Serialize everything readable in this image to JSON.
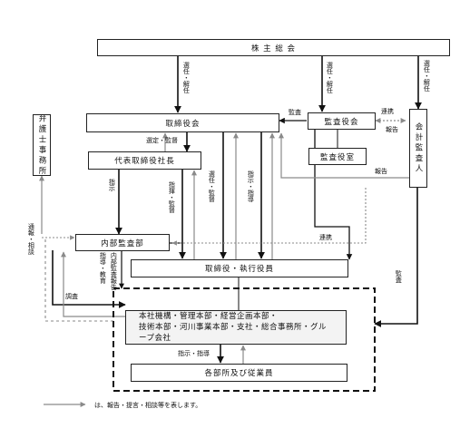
{
  "boxes": {
    "shareholders_meeting": "株 主 総 会",
    "board_of_directors": "取締役会",
    "audit_board": "監査役会",
    "audit_office": "監査役室",
    "accounting_auditor": "会計監査人",
    "lawyer_office": "弁護士事務所",
    "president": "代表取締役社長",
    "internal_audit": "内部監査部",
    "executives": "取締役・執行役員",
    "headquarters_line1": "本社機構・管理本部・経営企画本部・",
    "headquarters_line2": "技術本部・河川事業本部・支社・総合事務所・グル",
    "headquarters_line3": "ープ会社",
    "staff": "各部所及び従業員"
  },
  "labels": {
    "appoint_dismiss": "選任・解任",
    "supervision_ab": "監査",
    "cooperation_top": "連携",
    "report_ab": "報告",
    "select_supervise": "選定・監督",
    "report_president": "報告",
    "appoint_supervise": "選任・監督",
    "instruct_guide_1": "指示・指導",
    "instruct_guide_2": "指示・指導",
    "instruct_pres": "指示",
    "guide_supervise": "指揮・監督",
    "notice_consult": "通報・相談",
    "cooperation_mid": "連携",
    "internal_report": "内部監査報告",
    "instruct_edu": "指導・教育",
    "investigation": "調査",
    "supervision_right": "監査"
  },
  "legend": {
    "text": "は、報告・提言・相談等を表します。"
  },
  "colors": {
    "black": "#111111",
    "gray": "#8a8a8a"
  }
}
